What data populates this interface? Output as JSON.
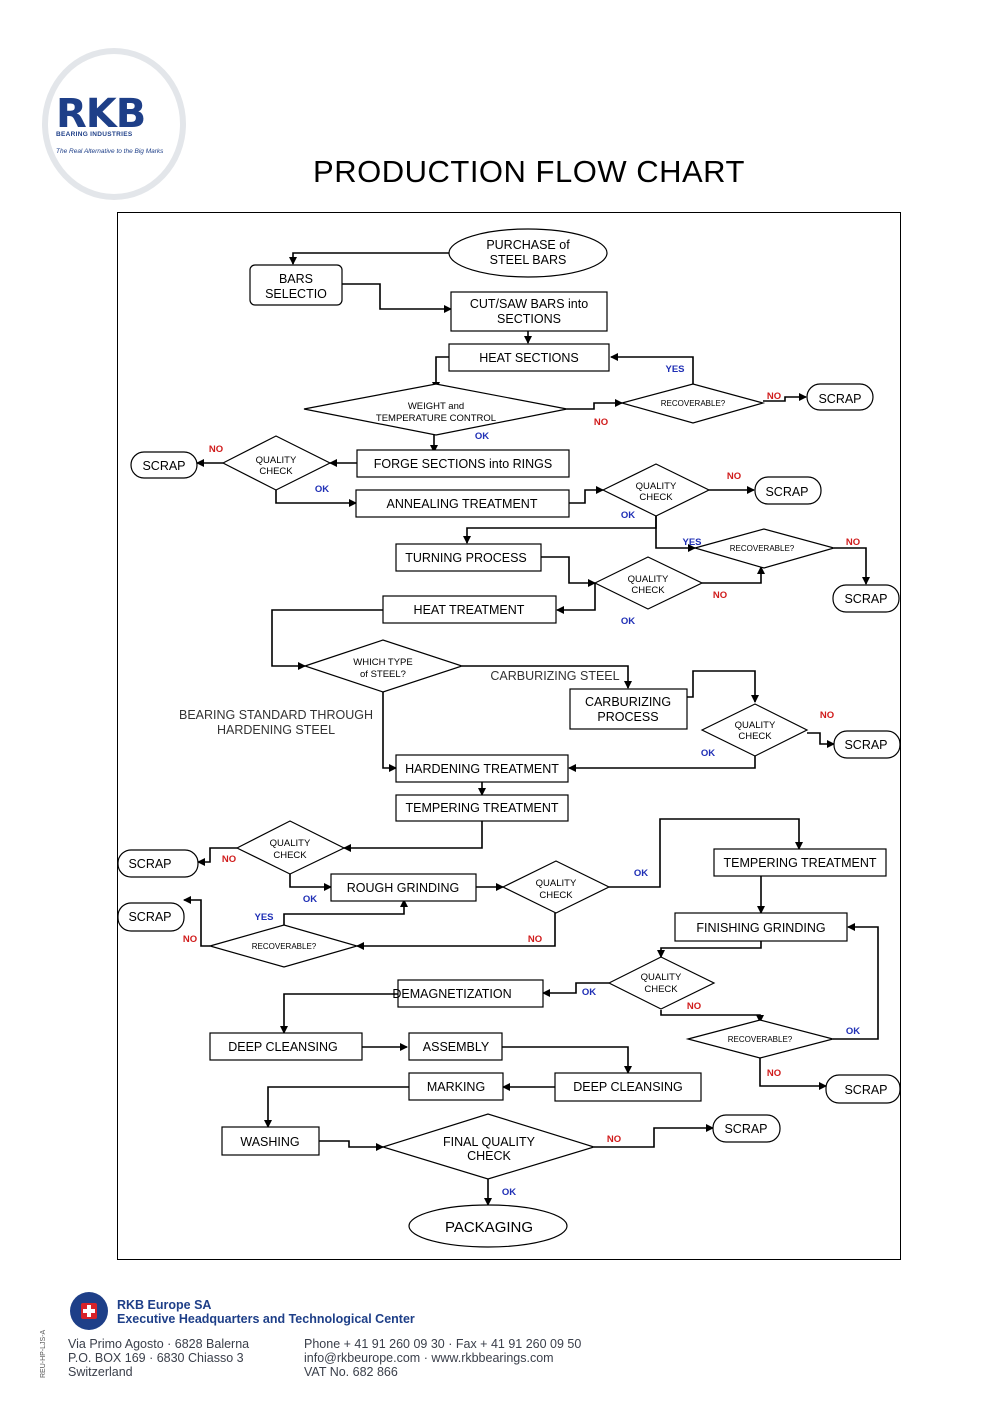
{
  "header": {
    "logo_text": "RKB",
    "logo_subtitle": "BEARING INDUSTRIES",
    "logo_tagline": "The Real Alternative to the Big Marks",
    "title": "PRODUCTION FLOW CHART"
  },
  "nodes": {
    "purchase_l1": "PURCHASE of",
    "purchase_l2": "STEEL BARS",
    "bars_l1": "BARS",
    "bars_l2": "SELECTIO",
    "cut_l1": "CUT/SAW BARS into",
    "cut_l2": "SECTIONS",
    "heat_sections": "HEAT SECTIONS",
    "weight_l1": "WEIGHT and",
    "weight_l2": "TEMPERATURE CONTROL",
    "recoverable": "RECOVERABLE?",
    "recoverable_q": "RECOVERABLE?",
    "scrap": "SCRAP",
    "quality_l1": "QUALITY",
    "quality_l2": "CHECK",
    "forge": "FORGE SECTIONS into RINGS",
    "annealing": "ANNEALING TREATMENT",
    "turning": "TURNING PROCESS",
    "heat_treatment": "HEAT TREATMENT",
    "which_l1": "WHICH  TYPE",
    "which_l2": "of STEEL?",
    "carburizing_steel": "CARBURIZING STEEL",
    "carb_l1": "CARBURIZING",
    "carb_l2": "PROCESS",
    "bearing_l1": "BEARING STANDARD THROUGH",
    "bearing_l2": "HARDENING STEEL",
    "hardening": "HARDENING TREATMENT",
    "tempering": "TEMPERING TREATMENT",
    "rough": "ROUGH GRINDING",
    "tempering2": "TEMPERING TREATMENT",
    "finishing": "FINISHING GRINDING",
    "demag": "DEMAGNETIZATION",
    "deep1": "DEEP CLEANSING",
    "assembly": "ASSEMBLY",
    "marking": "MARKING",
    "deep2": "DEEP CLEANSING",
    "washing": "WASHING",
    "final_l1": "FINAL QUALITY",
    "final_l2": "CHECK",
    "packaging": "PACKAGING"
  },
  "labels": {
    "yes": "YES",
    "no": "NO",
    "ok": "OK"
  },
  "colors": {
    "yes_ok": "#1f2fb5",
    "no": "#d01b1b",
    "brand": "#1e3f88"
  },
  "footer": {
    "company": "RKB Europe SA",
    "subtitle": "Executive Headquarters and Technological Center",
    "addr1": "Via Primo Agosto · 6828 Balerna",
    "addr2": "P.O. BOX 169 · 6830 Chiasso 3",
    "addr3": "Switzerland",
    "phone": "Phone + 41 91 260 09 30 · Fax + 41 91 260 09 50",
    "email": "info@rkbeurope.com · www.rkbbearings.com",
    "vat": "VAT No. 682 866",
    "code": "REU-HP-LJS-A"
  }
}
